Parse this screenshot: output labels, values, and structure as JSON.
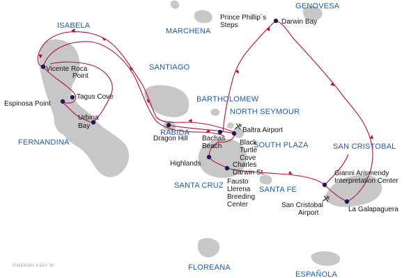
{
  "islands": {
    "genovesa": "GENOVESA",
    "marchena": "MARCHENA",
    "isabela": "ISABELA",
    "santiago": "SANTIAGO",
    "bartholomew": "BARTHOLOMEW",
    "north_seymour": "NORTH SEYMOUR",
    "rabida": "RABIDA",
    "fernandina": "FERNANDINA",
    "south_plaza": "SOUTH PLAZA",
    "san_cristobal": "SAN CRISTOBAL",
    "santa_cruz": "SANTA CRUZ",
    "santa_fe": "SANTA FE",
    "floreana": "FLOREANA",
    "espanola": "ESPAÑOLA"
  },
  "sites": {
    "prince_phillips_1": "Prince Phillip´s",
    "prince_phillips_2": "Steps",
    "darwin_bay": "Darwin Bay",
    "vicente_roca_1": "Vicente Roca",
    "vicente_roca_2": "Point",
    "tagus_cove": "Tagus Cove",
    "espinosa_point": "Espinosa Point",
    "urbina_bay_1": "Urbina",
    "urbina_bay_2": "Bay",
    "baltra_airport": "Baltra Airport",
    "dragon_hill": "Dragon Hill",
    "bachas_1": "Bachas",
    "bachas_2": "Beach",
    "black_turtle_1": "Black",
    "black_turtle_2": "Turtle",
    "black_turtle_3": "Cove",
    "highlands": "Highlands",
    "charles": "Charles",
    "darwin_st": "Darwin St.",
    "fausto_1": "Fausto",
    "fausto_2": "Llerena",
    "fausto_3": "Breeding",
    "fausto_4": "Center",
    "gianni_1": "Gianni Arismendy",
    "gianni_2": "Interpretation Center",
    "sc_airport_1": "San Cristobal",
    "sc_airport_2": "Airport",
    "la_galapaguera": "La Galapaguera"
  },
  "caption": "ITINERARY 8 DAY \"B\"",
  "colors": {
    "route": "#b01030",
    "stop": "#1a1a5c",
    "land": "#c7c7c7",
    "island_label": "#1f5aa8"
  },
  "icons": {
    "airport": "airplane-icon"
  }
}
